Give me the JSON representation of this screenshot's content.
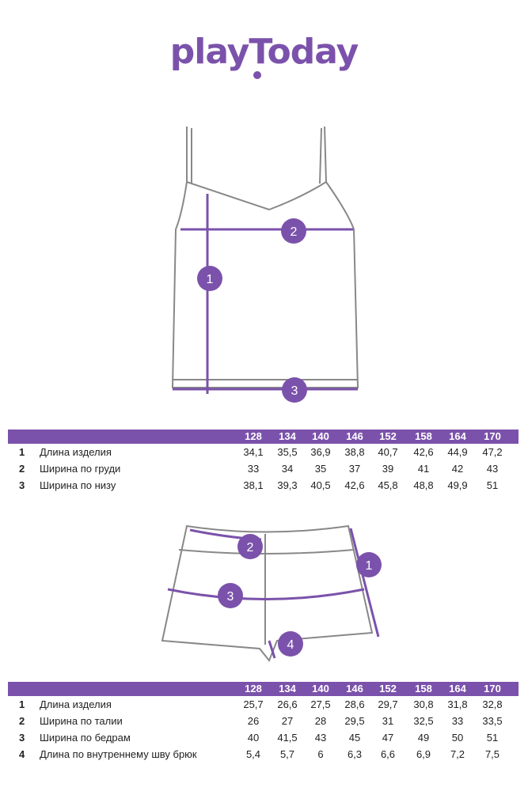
{
  "brand": "playToday",
  "colors": {
    "accent": "#7b52ab"
  },
  "sizes": [
    "128",
    "134",
    "140",
    "146",
    "152",
    "158",
    "164",
    "170"
  ],
  "top_markers": [
    "1",
    "2",
    "3"
  ],
  "shorts_markers": [
    "1",
    "2",
    "3",
    "4"
  ],
  "top_table": {
    "rows": [
      {
        "num": "1",
        "label": "Длина изделия",
        "values": [
          "34,1",
          "35,5",
          "36,9",
          "38,8",
          "40,7",
          "42,6",
          "44,9",
          "47,2"
        ]
      },
      {
        "num": "2",
        "label": "Ширина по груди",
        "values": [
          "33",
          "34",
          "35",
          "37",
          "39",
          "41",
          "42",
          "43"
        ]
      },
      {
        "num": "3",
        "label": "Ширина по низу",
        "values": [
          "38,1",
          "39,3",
          "40,5",
          "42,6",
          "45,8",
          "48,8",
          "49,9",
          "51"
        ]
      }
    ]
  },
  "shorts_table": {
    "rows": [
      {
        "num": "1",
        "label": "Длина изделия",
        "values": [
          "25,7",
          "26,6",
          "27,5",
          "28,6",
          "29,7",
          "30,8",
          "31,8",
          "32,8"
        ]
      },
      {
        "num": "2",
        "label": "Ширина по талии",
        "values": [
          "26",
          "27",
          "28",
          "29,5",
          "31",
          "32,5",
          "33",
          "33,5"
        ]
      },
      {
        "num": "3",
        "label": "Ширина по бедрам",
        "values": [
          "40",
          "41,5",
          "43",
          "45",
          "47",
          "49",
          "50",
          "51"
        ]
      },
      {
        "num": "4",
        "label": "Длина по внутреннему шву брюк",
        "values": [
          "5,4",
          "5,7",
          "6",
          "6,3",
          "6,6",
          "6,9",
          "7,2",
          "7,5"
        ]
      }
    ]
  }
}
